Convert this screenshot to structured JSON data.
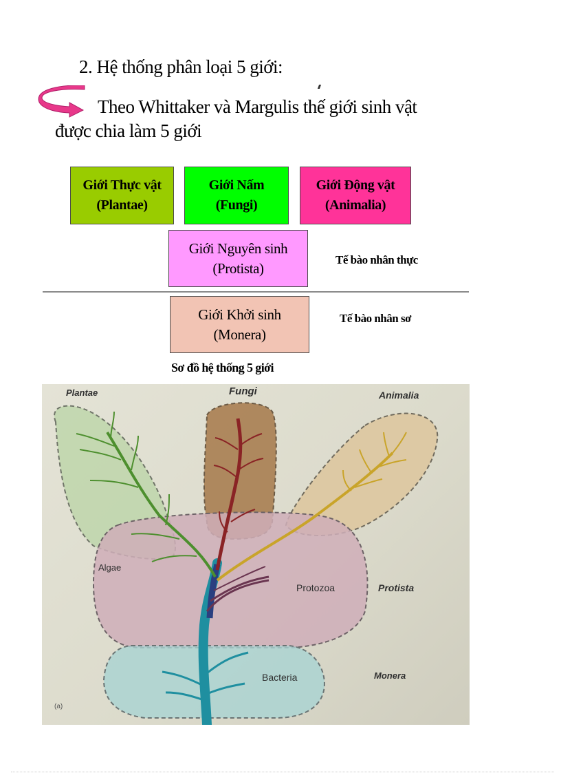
{
  "heading": "2. Hệ thống phân loại 5 giới:",
  "intro": {
    "line1": "Theo Whittaker và Margulis thế giới sinh vật",
    "line2": "được chia làm 5 giới",
    "bullet_icon": "curved-arrow-icon",
    "bullet_color": "#e8388a"
  },
  "kingdoms": {
    "plantae": {
      "name": "Giới Thực vật",
      "latin": "(Plantae)",
      "color": "#99cc00"
    },
    "fungi": {
      "name": "Giới Nấm",
      "latin": "(Fungi)",
      "color": "#00ff00"
    },
    "animalia": {
      "name": "Giới Động vật",
      "latin": "(Animalia)",
      "color": "#ff3399"
    },
    "protista": {
      "name": "Giới Nguyên sinh",
      "latin": "(Protista)",
      "color": "#ff99ff"
    },
    "monera": {
      "name": "Giới Khởi sinh",
      "latin": "(Monera)",
      "color": "#f2c4b4"
    }
  },
  "cell_types": {
    "eukaryotic": "Tế bào nhân thực",
    "prokaryotic": "Tế bào nhân sơ"
  },
  "diagram_caption": "Sơ đồ hệ thống 5 giới",
  "figure": {
    "labels": {
      "plantae": "Plantae",
      "fungi": "Fungi",
      "animalia": "Animalia",
      "algae": "Algae",
      "protozoa": "Protozoa",
      "protista": "Protista",
      "bacteria": "Bacteria",
      "monera": "Monera",
      "panel": "(a)"
    }
  }
}
